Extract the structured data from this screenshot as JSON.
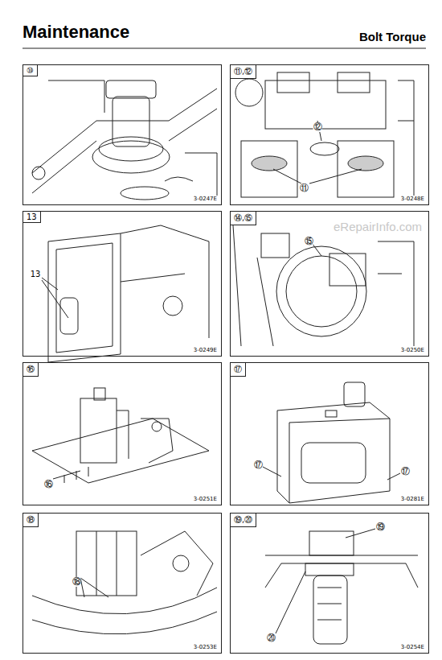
{
  "diagram": {
    "title": "Maintenance",
    "nodes": [
      {
        "text": [
          "⑩",
          "3-0247E"
        ]
      },
      {
        "text": [
          "⑪,⑫",
          "3-0248E"
        ]
      },
      {
        "text": [
          "13",
          "3-0249E"
        ]
      },
      {
        "text": [
          "⑭,⑮",
          "3-0250E"
        ]
      },
      {
        "text": [
          "⑯",
          "3-0251E"
        ]
      },
      {
        "text": [
          "⑰",
          "3-0281E"
        ]
      },
      {
        "text": [
          "⑱",
          "3-0253E"
        ]
      },
      {
        "text": [
          "⑲,⑳",
          "3-0254E"
        ]
      }
    ],
    "labels": [
      "Bolt Torque",
      "⑫",
      "⑪",
      "13",
      "⑮",
      "⑯",
      "⑰",
      "⑰",
      "⑱",
      "⑲",
      "⑳",
      "eRepairInfo.com"
    ]
  }
}
